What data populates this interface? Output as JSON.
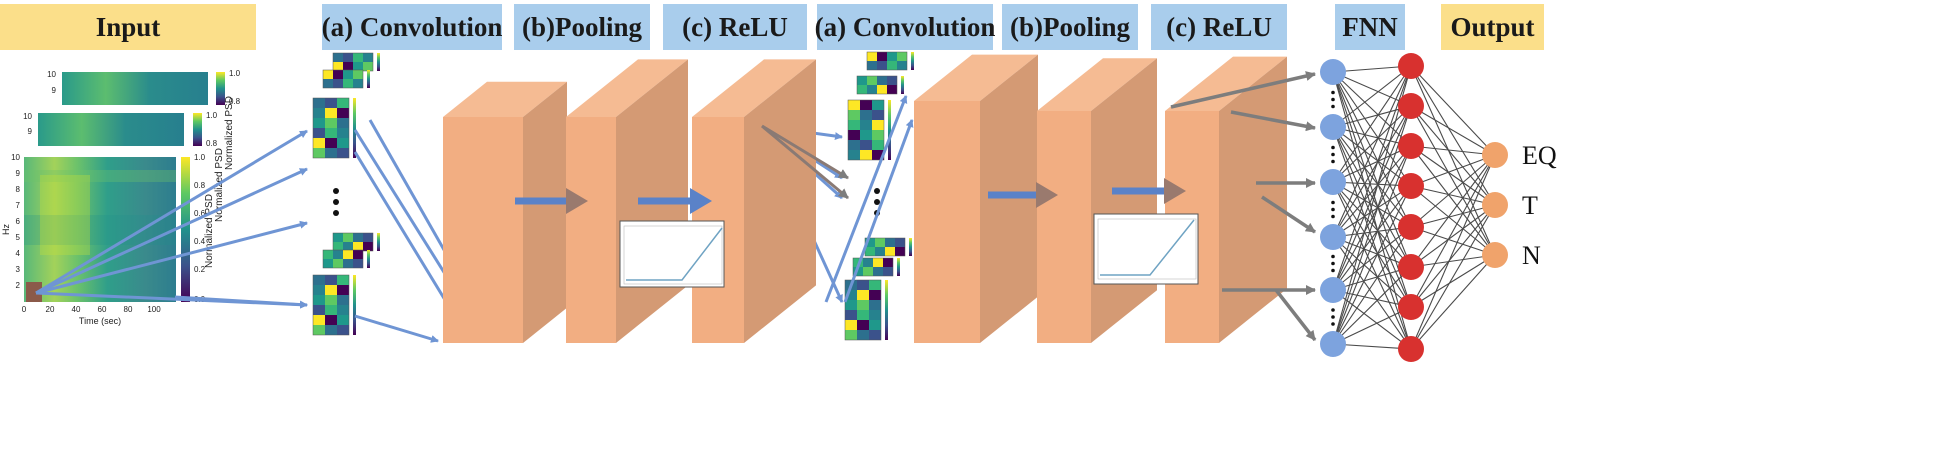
{
  "headers": {
    "input": "Input",
    "conv1": "(a) Convolution",
    "pool1": "(b)Pooling",
    "relu1": "(c) ReLU",
    "conv2": "(a) Convolution",
    "pool2": "(b)Pooling",
    "relu2": "(c) ReLU",
    "fnn": "FNN",
    "output": "Output"
  },
  "spectrogram": {
    "y_ticks_top": [
      "10",
      "9"
    ],
    "y_ticks_mid": [
      "10",
      "9"
    ],
    "y_ticks_main": [
      "10",
      "9",
      "8",
      "7",
      "6",
      "5",
      "4",
      "3",
      "2"
    ],
    "x_ticks": [
      "0",
      "20",
      "40",
      "60",
      "80",
      "100"
    ],
    "x_label": "Time (sec)",
    "y_label": "Hz",
    "colorbar_ticks_top": [
      "1.0",
      "0.8"
    ],
    "colorbar_ticks_mid": [
      "1.0",
      "0.8"
    ],
    "colorbar_ticks_main": [
      "1.0",
      "0.8",
      "0.6",
      "0.4",
      "0.2",
      "0.0"
    ],
    "colorbar_label": "Normalized PSD",
    "colorbar_label_2": "Normalized PSD",
    "colorbar_label_3": "Normalized PSD"
  },
  "outputs": {
    "classes": [
      "EQ",
      "T",
      "N"
    ],
    "color": "#f0a36b"
  },
  "fnn": {
    "input_nodes": 6,
    "hidden_nodes": 8,
    "input_color": "#7da3de",
    "hidden_color": "#d8312f"
  },
  "colors": {
    "header_blue": "#a9cdec",
    "header_yellow": "#fbdf8a",
    "block_front": "#f2ae82",
    "block_side": "#d49a74",
    "arrow_blue": "#6f95d4",
    "arrow_gray": "#7d7d7d"
  }
}
